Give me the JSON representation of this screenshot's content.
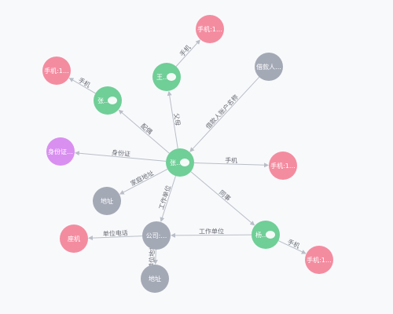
{
  "colors": {
    "person": "#6fcf97",
    "phone": "#f48ca0",
    "info": "#a4a9b6",
    "idcard": "#d98ff0",
    "edge": "#b9bec7",
    "background": "#f8f9fb"
  },
  "nodes": [
    {
      "id": "center",
      "label": "张…",
      "type": "person",
      "blur": true
    },
    {
      "id": "wang",
      "label": "王…",
      "type": "person",
      "blur": true
    },
    {
      "id": "zhang",
      "label": "张…",
      "type": "person",
      "blur": true
    },
    {
      "id": "yang",
      "label": "杨…",
      "type": "person",
      "blur": true
    },
    {
      "id": "phone_top",
      "label": "手机:1…",
      "type": "phone"
    },
    {
      "id": "phone_left",
      "label": "手机:1…",
      "type": "phone"
    },
    {
      "id": "phone_right",
      "label": "手机:1…",
      "type": "phone"
    },
    {
      "id": "phone_br",
      "label": "手机:1…",
      "type": "phone"
    },
    {
      "id": "landline",
      "label": "座机",
      "type": "phone"
    },
    {
      "id": "loan",
      "label": "借款人…",
      "type": "info"
    },
    {
      "id": "idcard",
      "label": "身份证…",
      "type": "idcard"
    },
    {
      "id": "addr1",
      "label": "地址",
      "type": "info"
    },
    {
      "id": "company",
      "label": "公司:…",
      "type": "info"
    },
    {
      "id": "addr2",
      "label": "地址",
      "type": "info"
    }
  ],
  "edges": [
    {
      "from": "wang",
      "to": "phone_top",
      "label": "手机"
    },
    {
      "from": "center",
      "to": "wang",
      "label": "父母"
    },
    {
      "from": "zhang",
      "to": "phone_left",
      "label": "手机"
    },
    {
      "from": "center",
      "to": "zhang",
      "label": "配偶"
    },
    {
      "from": "loan",
      "to": "center",
      "label": "借款人账户名称"
    },
    {
      "from": "center",
      "to": "idcard",
      "label": "身份证"
    },
    {
      "from": "center",
      "to": "phone_right",
      "label": "手机"
    },
    {
      "from": "center",
      "to": "addr1",
      "label": "家庭地址"
    },
    {
      "from": "center",
      "to": "company",
      "label": "工作单位"
    },
    {
      "from": "center",
      "to": "yang",
      "label": "同事"
    },
    {
      "from": "yang",
      "to": "company",
      "label": "工作单位"
    },
    {
      "from": "company",
      "to": "landline",
      "label": "单位电话"
    },
    {
      "from": "company",
      "to": "addr2",
      "label": "单位地址"
    },
    {
      "from": "yang",
      "to": "phone_br",
      "label": "手机"
    }
  ]
}
